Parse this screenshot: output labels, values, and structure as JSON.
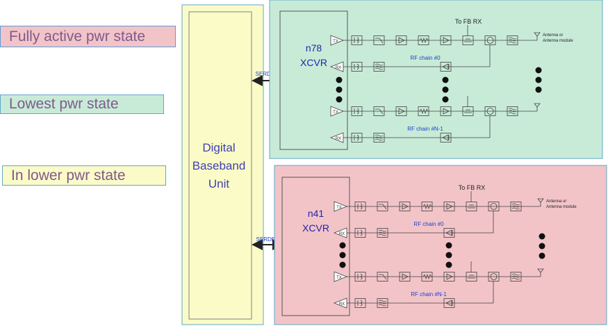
{
  "legend": {
    "fully_active": {
      "label": "Fully active pwr state",
      "bg": "#F2C4C8",
      "border": "#5B9BD5",
      "text": "#7F5A8C"
    },
    "lowest": {
      "label": "Lowest pwr state",
      "bg": "#C8EBD8",
      "border": "#5BA8C8",
      "text": "#7F5A8C"
    },
    "lower": {
      "label": "In lower pwr state",
      "bg": "#FBFBC8",
      "border": "#5BA8C8",
      "text": "#7F5A8C"
    }
  },
  "baseband": {
    "lines": [
      "Digital",
      "Baseband",
      "Unit"
    ],
    "bg": "#FBFBC8",
    "text_color": "#3F3FB5"
  },
  "link_label": "SERDES",
  "transceivers": [
    {
      "id": "n78",
      "band": "n78",
      "label": "XCVR",
      "bg": "#C8EBD8",
      "fb_label": "To FB RX",
      "antenna_label_1": "Antenna or",
      "antenna_label_2": "Antenna module",
      "chain_first": "RF chain #0",
      "chain_last": "RF chain #N-1",
      "tx": "TX",
      "rx": "RX"
    },
    {
      "id": "n41",
      "band": "n41",
      "label": "XCVR",
      "bg": "#F2C4C8",
      "fb_label": "To FB RX",
      "antenna_label_1": "Antenna or",
      "antenna_label_2": "Antenna module",
      "chain_first": "RF chain #0",
      "chain_last": "RF chain #N-1",
      "tx": "TX",
      "rx": "RX"
    }
  ],
  "colors": {
    "panel_border": "#5BA8C8",
    "line": "#404040",
    "label_blue": "#1F3FC8",
    "dot": "#111111"
  }
}
